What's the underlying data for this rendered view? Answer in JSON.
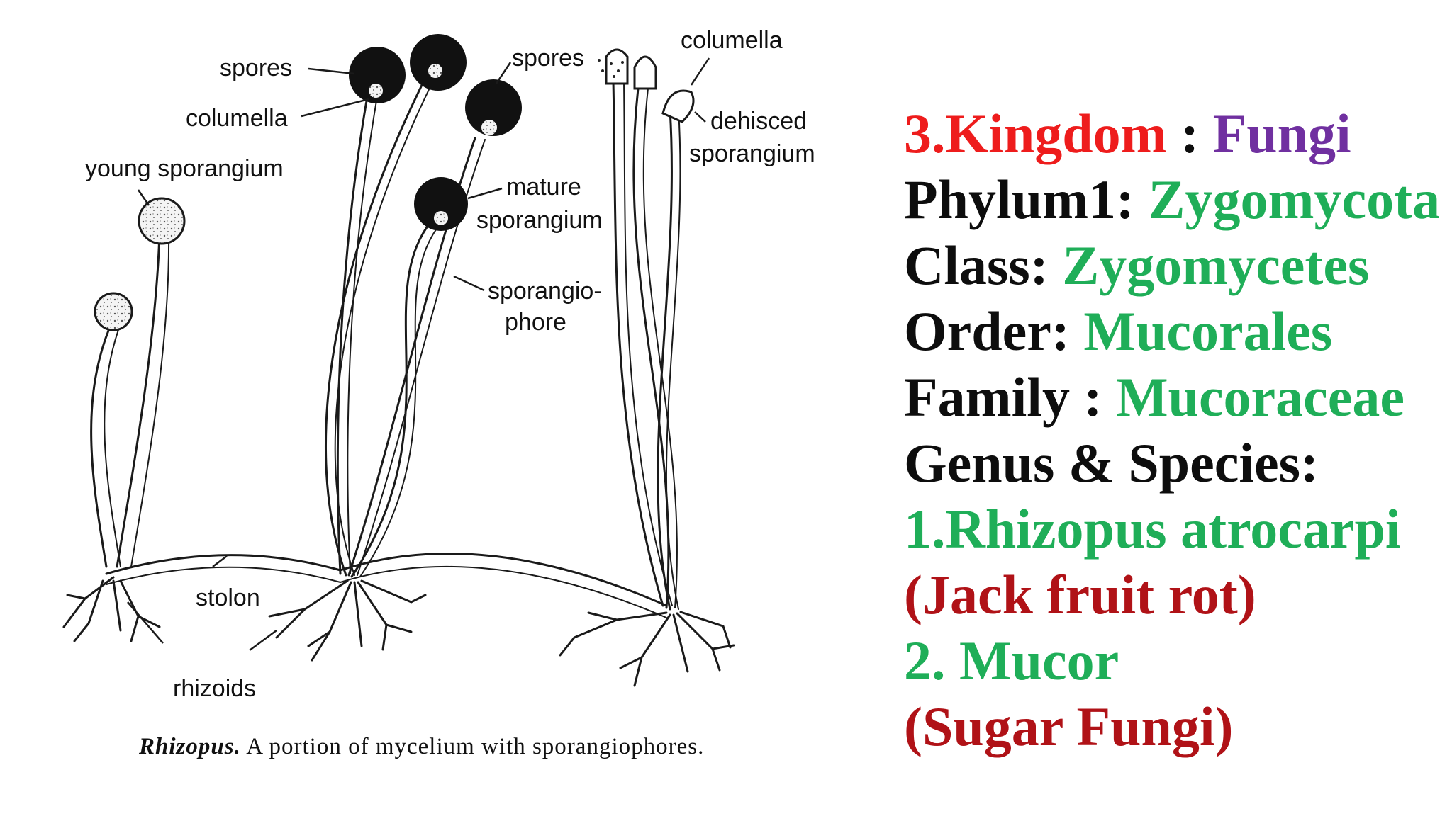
{
  "diagram": {
    "labels": {
      "spores_left": "spores",
      "columella_left": "columella",
      "young_sporangium": "young sporangium",
      "spores_top": "spores",
      "columella_right": "columella",
      "dehisced_1": "dehisced",
      "dehisced_2": "sporangium",
      "mature_1": "mature",
      "mature_2": "sporangium",
      "sporangiophore_1": "sporangio-",
      "sporangiophore_2": "phore",
      "stolon": "stolon",
      "rhizoids": "rhizoids"
    },
    "caption": {
      "genus": "Rhizopus.",
      "text": " A portion of mycelium with sporangiophores."
    }
  },
  "taxonomy": {
    "kingdom": {
      "label": "3.Kingdom",
      "sep": " : ",
      "value": "Fungi"
    },
    "phylum": {
      "label": "Phylum1: ",
      "value": "Zygomycota"
    },
    "class": {
      "label": "Class: ",
      "value": "Zygomycetes"
    },
    "order": {
      "label": "Order: ",
      "value": "Mucorales"
    },
    "family": {
      "label": "Family : ",
      "value": "Mucoraceae"
    },
    "genus_species": {
      "label": "Genus & Species:"
    },
    "species1": {
      "name": "1.Rhizopus atrocarpi",
      "note": "(Jack fruit rot)"
    },
    "species2": {
      "name": "2. Mucor",
      "note": "(Sugar Fungi)"
    }
  },
  "colors": {
    "red": "#ee1c1c",
    "purple": "#7030a0",
    "green": "#1fae58",
    "black": "#0d0d0d",
    "darkred": "#b01217"
  }
}
